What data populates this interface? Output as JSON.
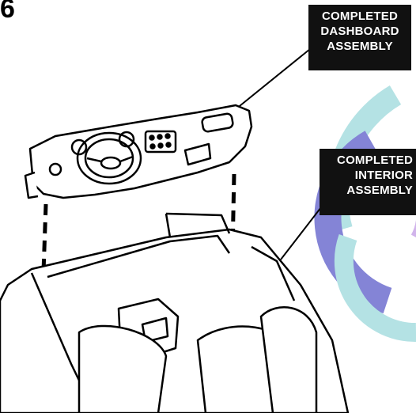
{
  "step_number": "6",
  "labels": {
    "dashboard": [
      "COMPLETED",
      "DASHBOARD",
      "ASSEMBLY"
    ],
    "interior": [
      "COMPLETED",
      "INTERIOR",
      "ASSEMBLY"
    ]
  },
  "colors": {
    "watermark_teal": "#a8dde0",
    "watermark_blue": "#6f6fd0",
    "watermark_purple": "#c9a8e8",
    "label_bg": "#111111",
    "label_text": "#ffffff"
  }
}
